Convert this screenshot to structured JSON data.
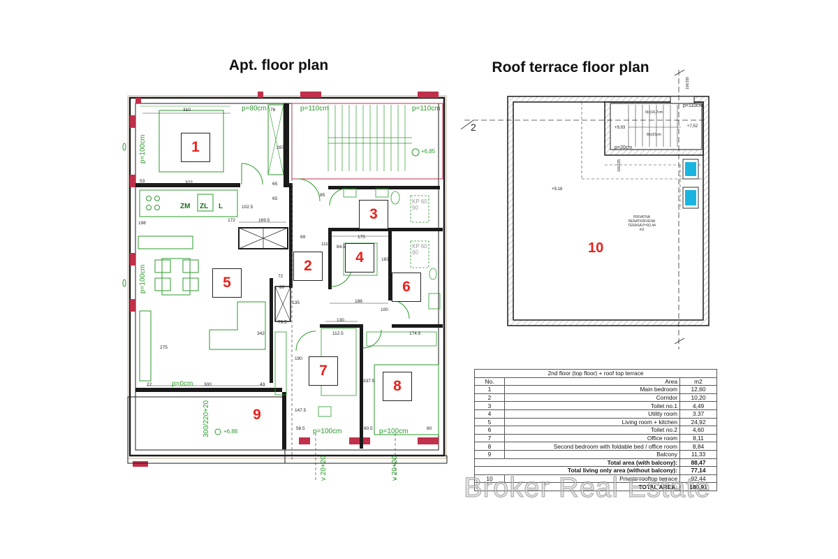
{
  "titles": {
    "apartment": "Apt. floor plan",
    "roof": "Roof terrace floor plan"
  },
  "rooms": {
    "r1": "1",
    "r2": "2",
    "r3": "3",
    "r4": "4",
    "r5": "5",
    "r6": "6",
    "r7": "7",
    "r8": "8",
    "r9": "9",
    "r10": "10"
  },
  "plan_notes": {
    "p80": "p=80cm",
    "p110_left": "p=110cm",
    "p110_right": "p=110cm",
    "p100_top": "p=100cm",
    "p100_mid": "p=100cm",
    "p0": "p=0cm",
    "p100_b1": "p=100cm",
    "p100_b2": "p=100cm",
    "balcony_window": "300/220+20",
    "win_b1": "v 20+20",
    "win_b2": "v 20+20",
    "level_685": "+6,85",
    "level_688": "+6,88",
    "kitchen_zm": "ZM",
    "kitchen_zl": "ZL",
    "kitchen_l": "L",
    "kp1": "KP 60 90",
    "kp2": "KP 60 90"
  },
  "dims": {
    "d310": "310",
    "d76": "76",
    "d2875": "287.5",
    "d322": "322",
    "d65a": "65",
    "d65b": "65",
    "d85": "85",
    "d1025": "102.5",
    "d1695": "169.5",
    "d172": "172",
    "d175": "175",
    "d69": "69",
    "d1115": "111.5",
    "d845": "84.5",
    "d183": "183",
    "d72": "72",
    "d80": "80",
    "d135": "135",
    "d188": "188",
    "d100": "100",
    "d130": "130",
    "d1125": "112.5",
    "d1745": "174.5",
    "d342": "342",
    "d275": "275",
    "d190": "190",
    "d3375": "337.5",
    "d1475": "147.5",
    "d585": "58.5",
    "d605": "60.5",
    "d80b": "80",
    "d22": "22",
    "d300": "300",
    "d43": "43",
    "d53": "53",
    "d198": "198",
    "d795": "79.5"
  },
  "roof_notes": {
    "p110": "p=110cm",
    "p20": "p=20cm",
    "lvl_932": "+9,93",
    "lvl_752": "+7,52",
    "lvl_918": "+9,18",
    "stairs_a": "9(x)16,7cm",
    "stairs_b": "8(x)21cm",
    "terrace": "PRIVATNA NENATKRIVENA TERASA P=92,44 m2",
    "section": "2",
    "dim_100": "100/155",
    "dim_225": "100/225"
  },
  "table": {
    "title": "2nd floor (top floor) + roof top terrace",
    "headers": [
      "No.",
      "Area",
      "m2"
    ],
    "rows": [
      {
        "no": "1",
        "area": "Main bedroom",
        "m2": "12,60"
      },
      {
        "no": "2",
        "area": "Corridor",
        "m2": "10,20"
      },
      {
        "no": "3",
        "area": "Toilet no.1",
        "m2": "4,49"
      },
      {
        "no": "4",
        "area": "Utility room",
        "m2": "3.37"
      },
      {
        "no": "5",
        "area": "Living room + kitchen",
        "m2": "24,92"
      },
      {
        "no": "6",
        "area": "Toilet no.2",
        "m2": "4,60"
      },
      {
        "no": "7",
        "area": "Office room",
        "m2": "8,11"
      },
      {
        "no": "8",
        "area": "Second bedroom with foldable bed / office room",
        "m2": "8,84"
      },
      {
        "no": "9",
        "area": "Balcony",
        "m2": "11,33"
      }
    ],
    "total_with_balcony_label": "Total area (with balcony):",
    "total_with_balcony": "88,47",
    "total_living_label": "Total living only area (without balcony):",
    "total_living": "77,14",
    "terrace_no": "10",
    "terrace_label": "Private rooftop terrace",
    "terrace_m2": "92,44",
    "total_label": "TOTAL AREA:",
    "total": "180,91"
  },
  "watermark": "Broker Real Estate",
  "colors": {
    "room_number": "#e8221b",
    "wall": "#1a1a1a",
    "fixture_green": "#2a9a2a",
    "accent_red": "#c0304a",
    "window_cyan": "#19b5e0"
  }
}
